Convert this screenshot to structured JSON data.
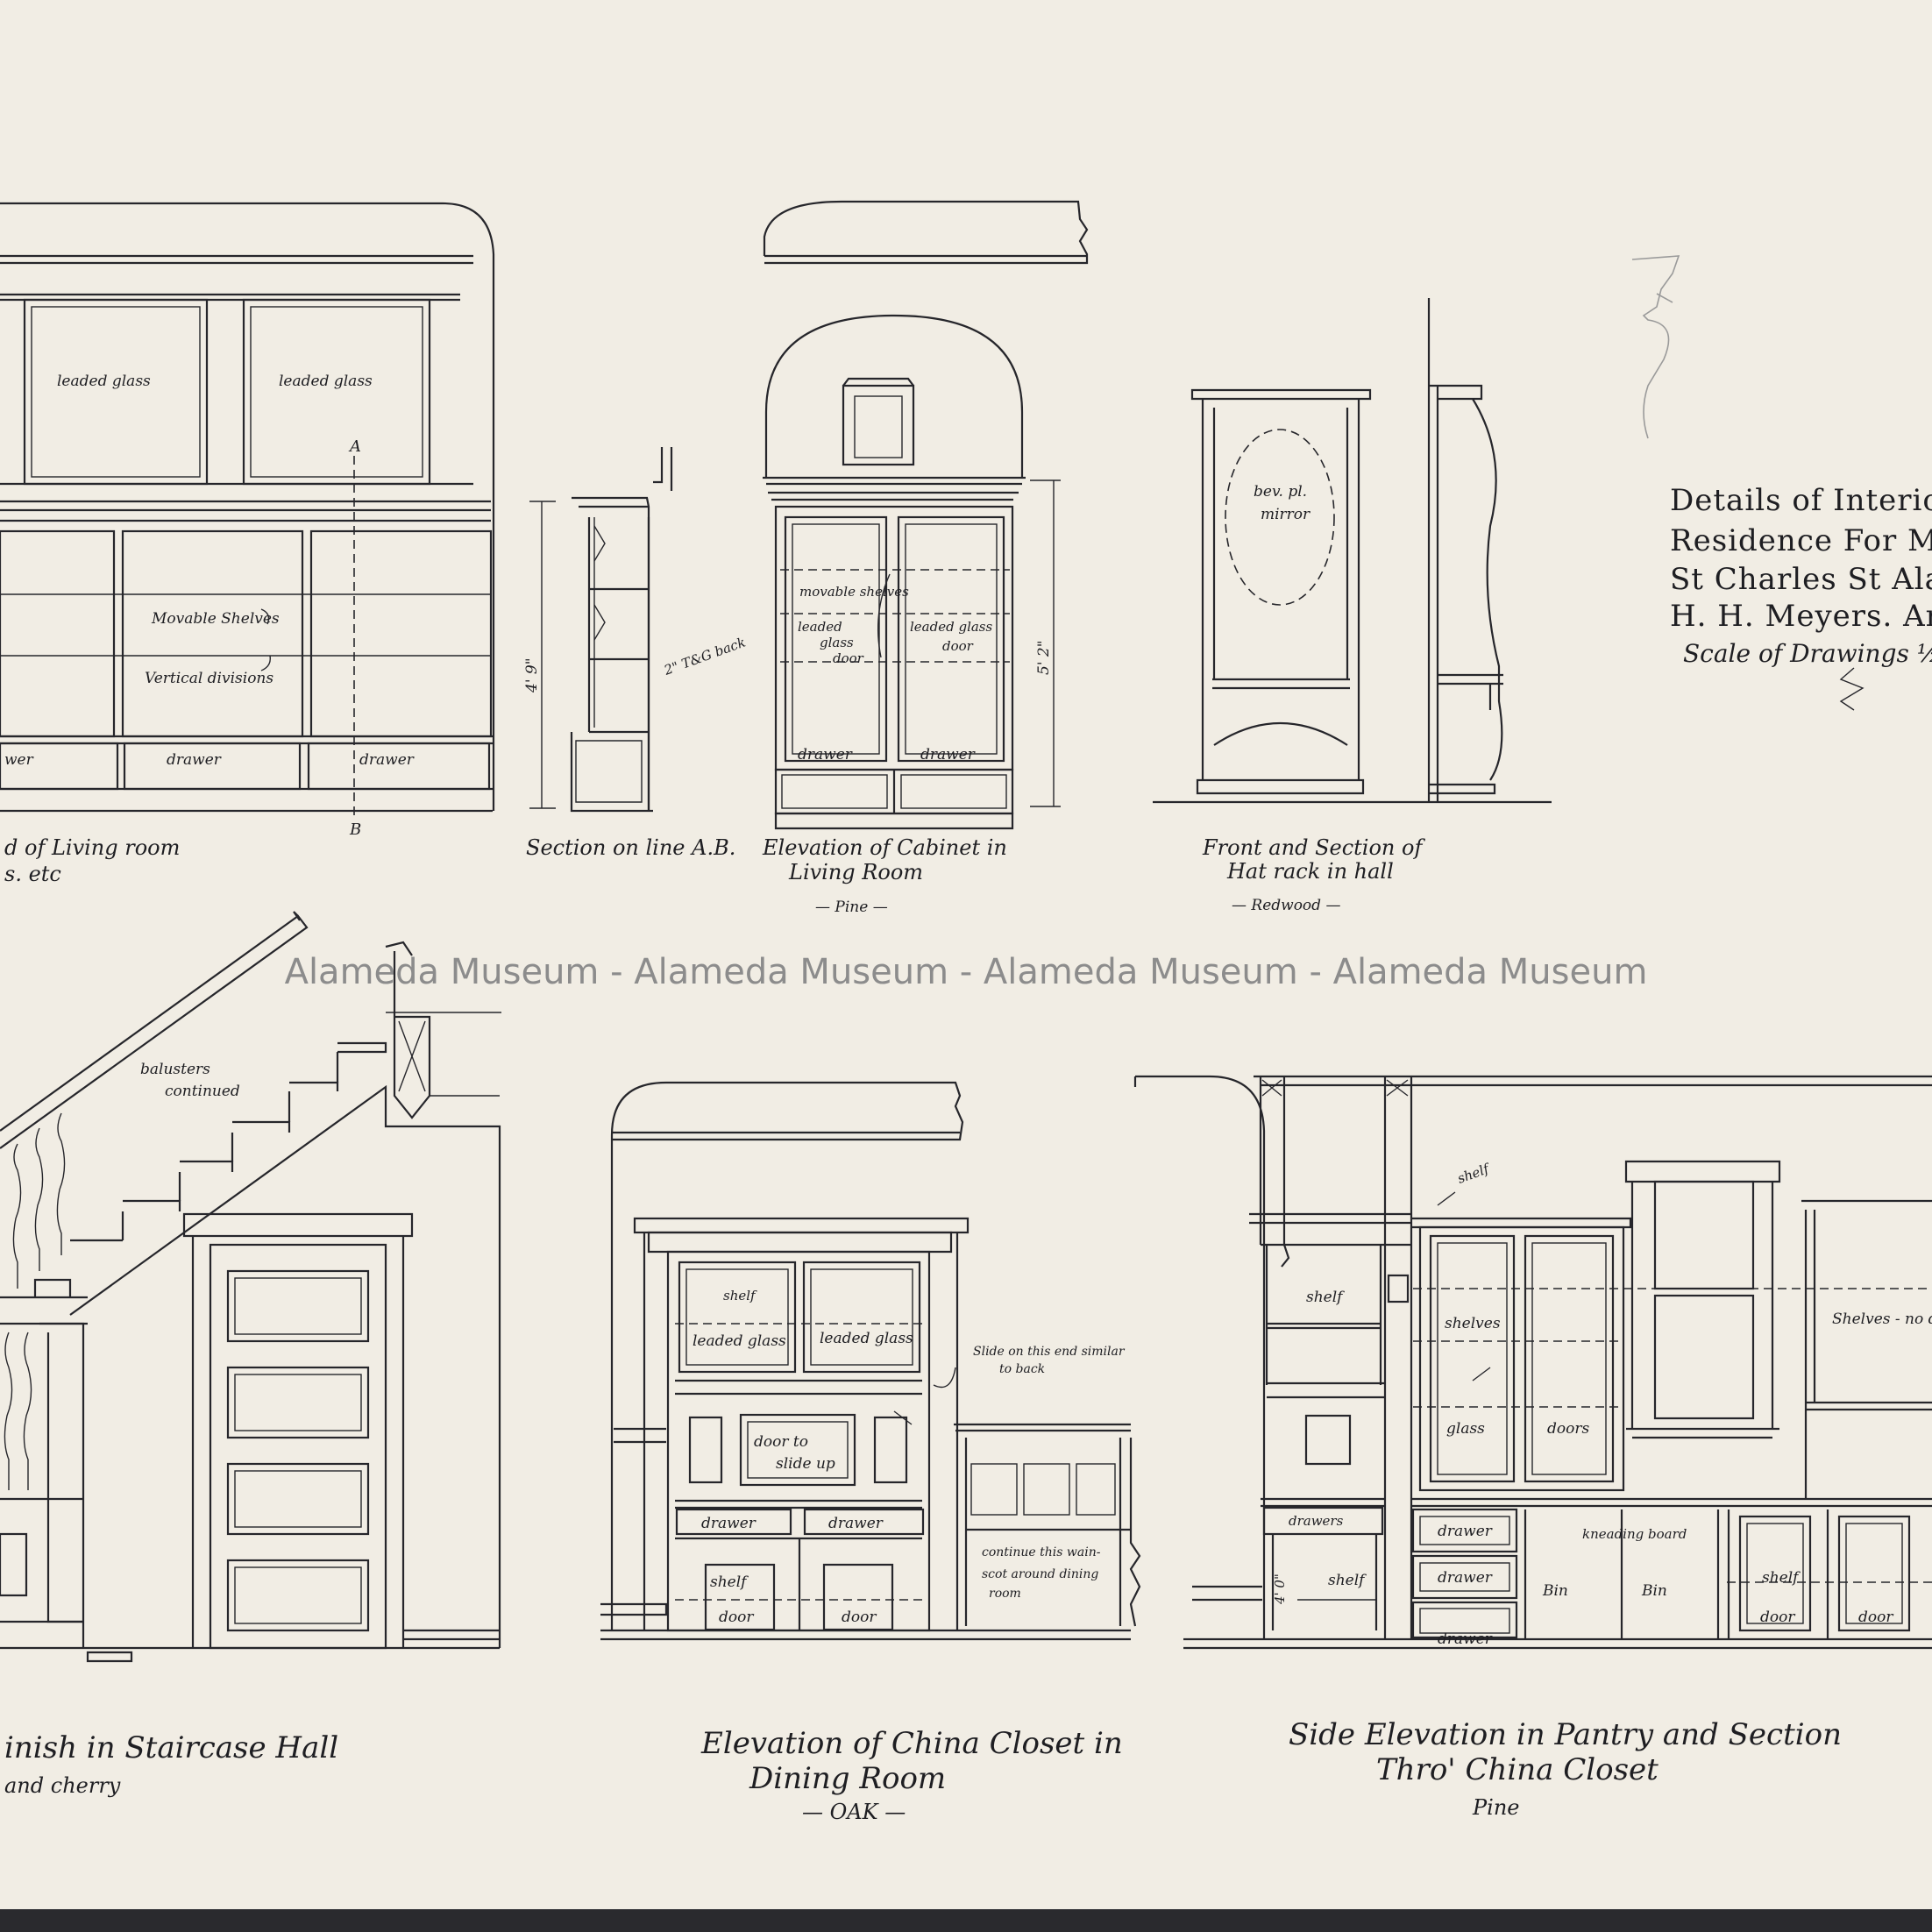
{
  "watermark": "Alameda Museum - Alameda Museum - Alameda Museum - Alameda Museum",
  "title_block": {
    "lines": [
      "Details of Interior",
      "Residence For Mr. T. W",
      "St Charles St Alamed",
      "H. H. Meyers. Arch",
      "Scale of Drawings ½ in"
    ]
  },
  "living_room_end": {
    "caption_1": "d of Living room",
    "caption_2": "s. etc",
    "labels": {
      "leaded_left": "leaded glass",
      "leaded_right": "leaded glass",
      "movable": "Movable Shelves",
      "vertical": "Vertical divisions",
      "drawer_1": "wer",
      "drawer_2": "drawer",
      "drawer_3": "drawer",
      "mark_a": "A",
      "mark_b": "B"
    }
  },
  "section_ab": {
    "caption": "Section on line A.B.",
    "dimension": "4' 9\"",
    "note": "2\" T&G back"
  },
  "cabinet_living": {
    "caption_1": "Elevation of Cabinet in",
    "caption_2": "Living Room",
    "material": "— Pine —",
    "dimension": "5' 2\"",
    "labels": {
      "movable": "movable shelves",
      "leaded_door_1": "leaded",
      "leaded_door_2": "glass",
      "leaded_door_3": "door",
      "leaded_glass_1": "leaded glass",
      "leaded_glass_2": "door",
      "drawer_1": "drawer",
      "drawer_2": "drawer"
    }
  },
  "hat_rack": {
    "caption_1": "Front and Section of",
    "caption_2": "Hat rack in hall",
    "material": "— Redwood —",
    "mirror_1": "bev. pl.",
    "mirror_2": "mirror"
  },
  "staircase": {
    "caption_1": "inish in Staircase Hall",
    "caption_2": "and cherry",
    "balusters_1": "balusters",
    "balusters_2": "continued"
  },
  "china_closet": {
    "caption_1": "Elevation of China Closet in",
    "caption_2": "Dining Room",
    "material": "— OAK —",
    "labels": {
      "shelf": "shelf",
      "leaded_1": "leaded glass",
      "leaded_2": "leaded glass",
      "slide_1": "Slide on this end similar",
      "slide_2": "to back",
      "door_slide_1": "door to",
      "door_slide_2": "slide up",
      "drawer_1": "drawer",
      "drawer_2": "drawer",
      "shelf_2": "shelf",
      "door_1": "door",
      "door_2": "door",
      "continue_1": "continue this wain-",
      "continue_2": "scot around dining",
      "continue_3": "room"
    }
  },
  "pantry": {
    "caption_1": "Side Elevation in Pantry and Section",
    "caption_2": "Thro' China Closet",
    "material": "Pine",
    "labels": {
      "shelf_top": "shelf",
      "shelf_left": "shelf",
      "shelves": "shelves",
      "glass": "glass",
      "doors": "doors",
      "shelves_right": "Shelves - no doo",
      "drawers": "drawers",
      "kneading": "kneading board",
      "shelf_low": "shelf",
      "dim": "4' 0\"",
      "drawer_1": "drawer",
      "drawer_2": "drawer",
      "drawer_3": "drawer",
      "bin_1": "Bin",
      "bin_2": "Bin",
      "shelf_r": "shelf",
      "door_1": "door",
      "door_2": "door"
    }
  }
}
